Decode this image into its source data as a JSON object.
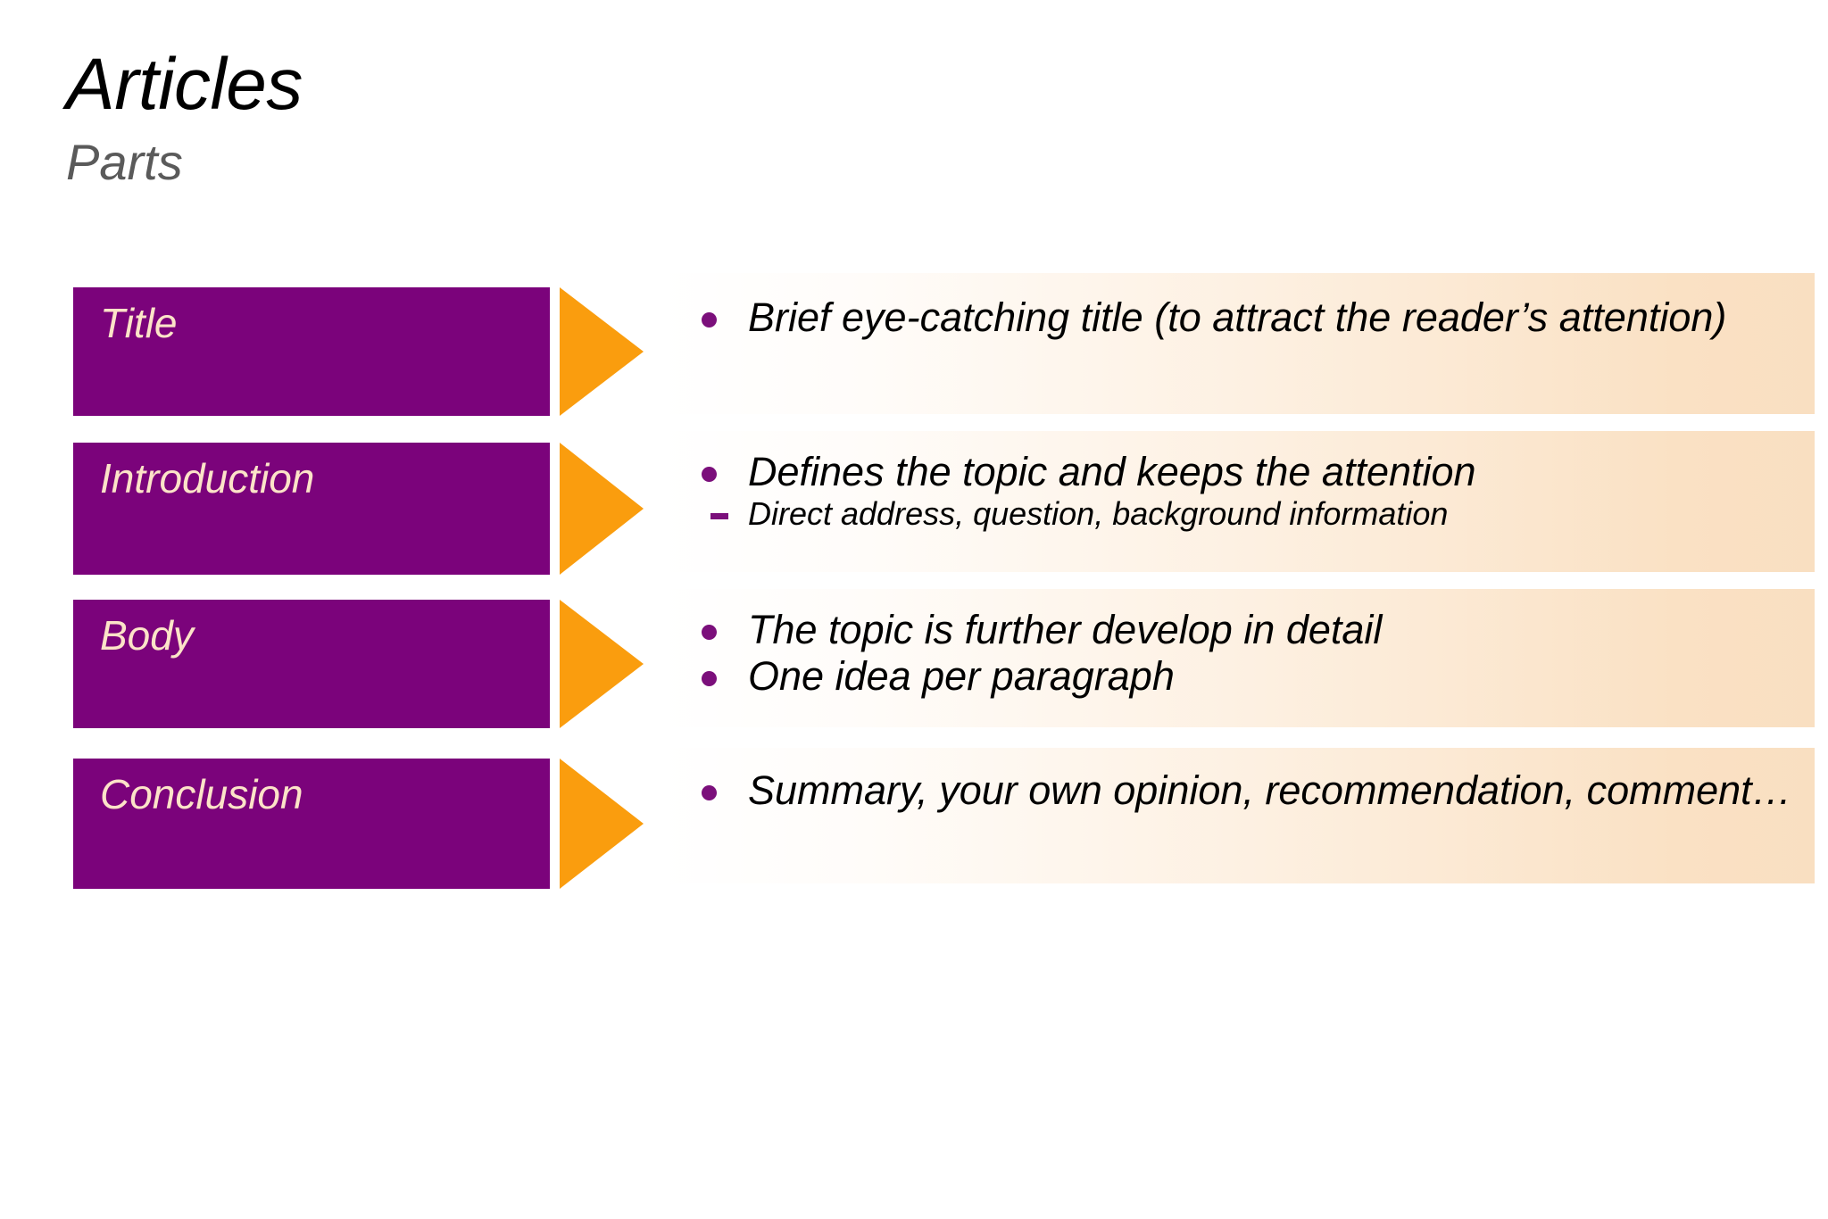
{
  "slide": {
    "title": "Articles",
    "subtitle": "Parts",
    "colors": {
      "label_fill": "#7B037B",
      "label_text": "#FCE3C8",
      "arrow_fill": "#FA9D0E",
      "bullet_marker": "#7B0F7B",
      "panel_gradient_start": "#FFFFFF",
      "panel_gradient_end": "#F9DFC1",
      "title_text": "#000000",
      "subtitle_text": "#5A5A5A",
      "body_text": "#000000"
    },
    "rows": [
      {
        "label": "Title",
        "arrow_icon": "right-triangle-icon",
        "bullets": [
          {
            "level": 1,
            "marker": "filled-circle-bullet",
            "text": "Brief eye-catching title (to attract the reader’s attention)"
          }
        ]
      },
      {
        "label": "Introduction",
        "arrow_icon": "right-triangle-icon",
        "bullets": [
          {
            "level": 1,
            "marker": "filled-circle-bullet",
            "text": "Defines the topic and keeps the attention"
          },
          {
            "level": 2,
            "marker": "dash-bullet",
            "text": "Direct address, question, background information"
          }
        ]
      },
      {
        "label": "Body",
        "arrow_icon": "right-triangle-icon",
        "bullets": [
          {
            "level": 1,
            "marker": "filled-circle-bullet",
            "text": "The topic is further develop in detail"
          },
          {
            "level": 1,
            "marker": "filled-circle-bullet",
            "text": "One idea per paragraph"
          }
        ]
      },
      {
        "label": "Conclusion",
        "arrow_icon": "right-triangle-icon",
        "bullets": [
          {
            "level": 1,
            "marker": "filled-circle-bullet",
            "text": "Summary, your own opinion, recommendation, comment…"
          }
        ]
      }
    ]
  }
}
